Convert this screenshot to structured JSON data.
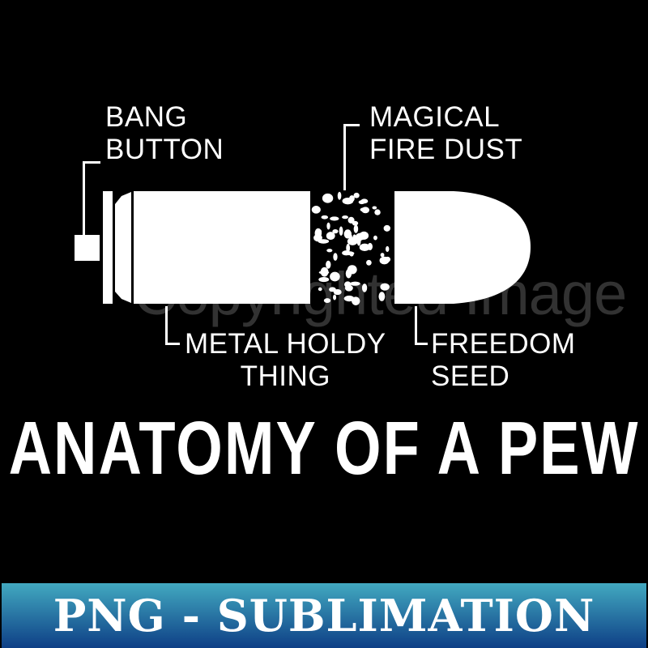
{
  "labels": {
    "bang_button": [
      "BANG",
      "BUTTON"
    ],
    "magical_fire_dust": [
      "MAGICAL",
      "FIRE DUST"
    ],
    "metal_holdy_thing": [
      "METAL HOLDY",
      "THING"
    ],
    "freedom_seed": [
      "FREEDOM",
      "SEED"
    ]
  },
  "title": "ANATOMY OF A PEW",
  "watermark": "Copyrighted Image",
  "banner": {
    "text": "PNG - SUBLIMATION",
    "gradient_top": "#42a9c0",
    "gradient_bottom": "#0e3f86"
  },
  "colors": {
    "background": "#000000",
    "foreground": "#ffffff"
  }
}
